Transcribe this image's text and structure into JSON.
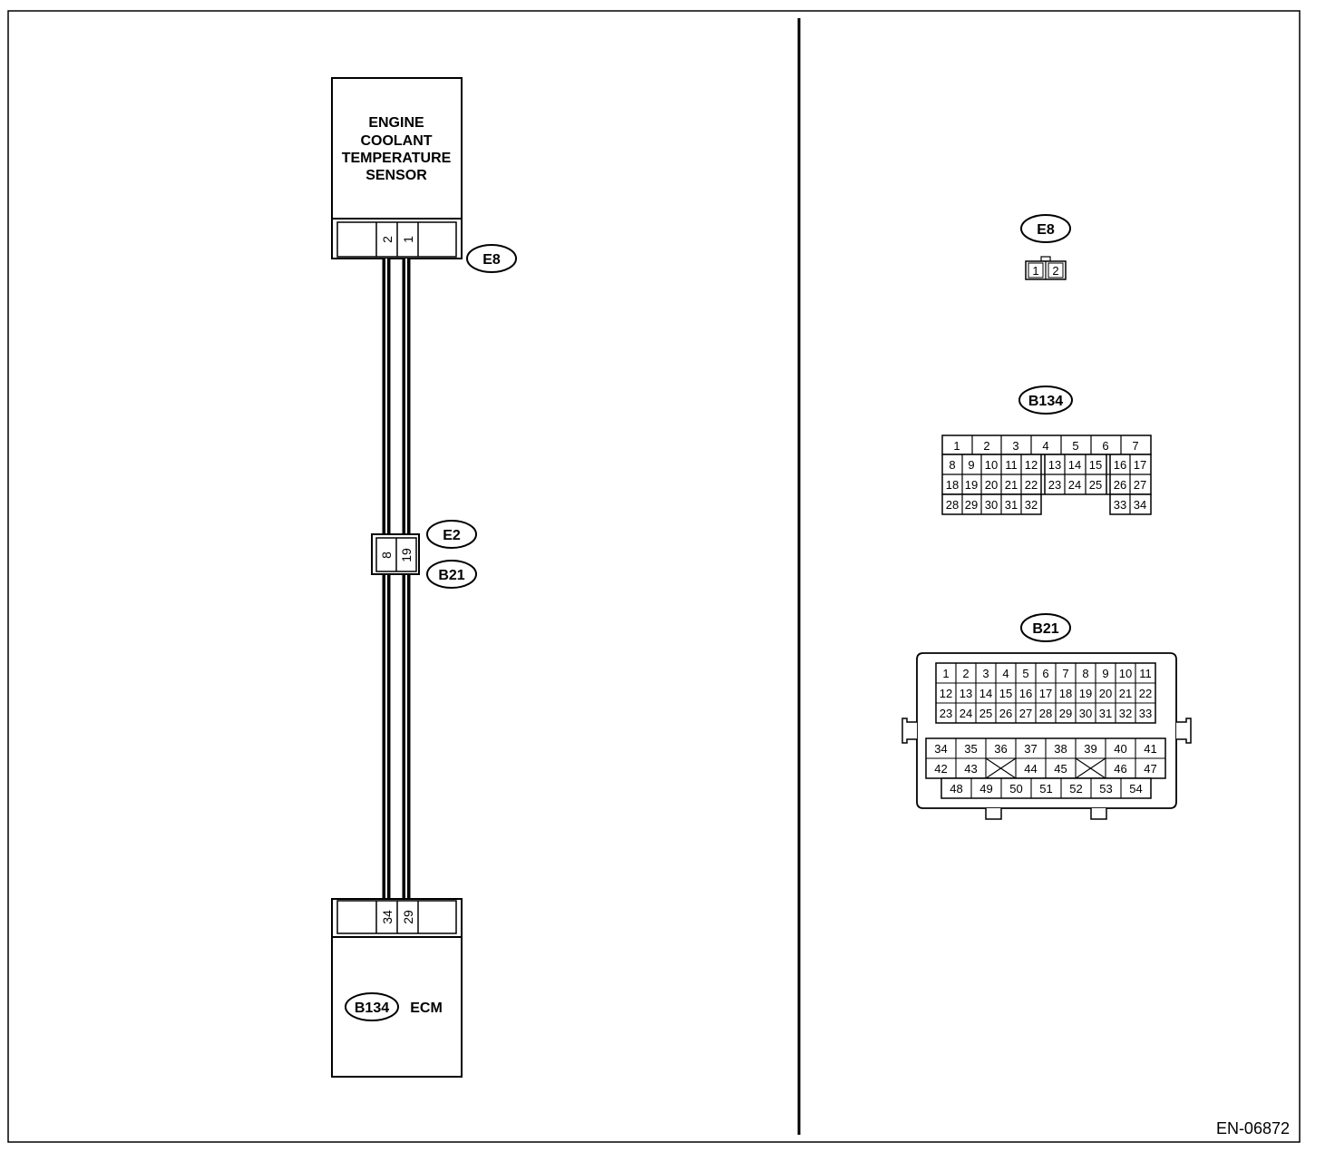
{
  "sensor": {
    "title_lines": [
      "ENGINE",
      "COOLANT",
      "TEMPERATURE",
      "SENSOR"
    ],
    "connector": "E8",
    "pins": [
      "2",
      "1"
    ]
  },
  "joint": {
    "connector_a": "E2",
    "connector_b": "B21",
    "pins": [
      "8",
      "19"
    ]
  },
  "ecm": {
    "connector": "B134",
    "label": "ECM",
    "pins": [
      "34",
      "29"
    ]
  },
  "views": {
    "e8": {
      "label": "E8",
      "pins": [
        "1",
        "2"
      ]
    },
    "b134": {
      "label": "B134",
      "rows": [
        [
          "1",
          "2",
          "3",
          "4",
          "5",
          "6",
          "7"
        ],
        [
          "8",
          "9",
          "10",
          "11",
          "12",
          "13",
          "14",
          "15",
          "16",
          "17"
        ],
        [
          "18",
          "19",
          "20",
          "21",
          "22",
          "23",
          "24",
          "25",
          "26",
          "27"
        ],
        [
          "28",
          "29",
          "30",
          "31",
          "32",
          "33",
          "34"
        ]
      ]
    },
    "b21": {
      "label": "B21",
      "upper_rows": [
        [
          "1",
          "2",
          "3",
          "4",
          "5",
          "6",
          "7",
          "8",
          "9",
          "10",
          "11"
        ],
        [
          "12",
          "13",
          "14",
          "15",
          "16",
          "17",
          "18",
          "19",
          "20",
          "21",
          "22"
        ],
        [
          "23",
          "24",
          "25",
          "26",
          "27",
          "28",
          "29",
          "30",
          "31",
          "32",
          "33"
        ]
      ],
      "lower_rows": [
        [
          "34",
          "35",
          "36",
          "37",
          "38",
          "39",
          "40",
          "41"
        ],
        [
          "42",
          "43",
          "",
          "44",
          "45",
          "",
          "46",
          "47"
        ],
        [
          "48",
          "49",
          "50",
          "51",
          "52",
          "53",
          "54"
        ]
      ]
    }
  },
  "figure_id": "EN-06872"
}
